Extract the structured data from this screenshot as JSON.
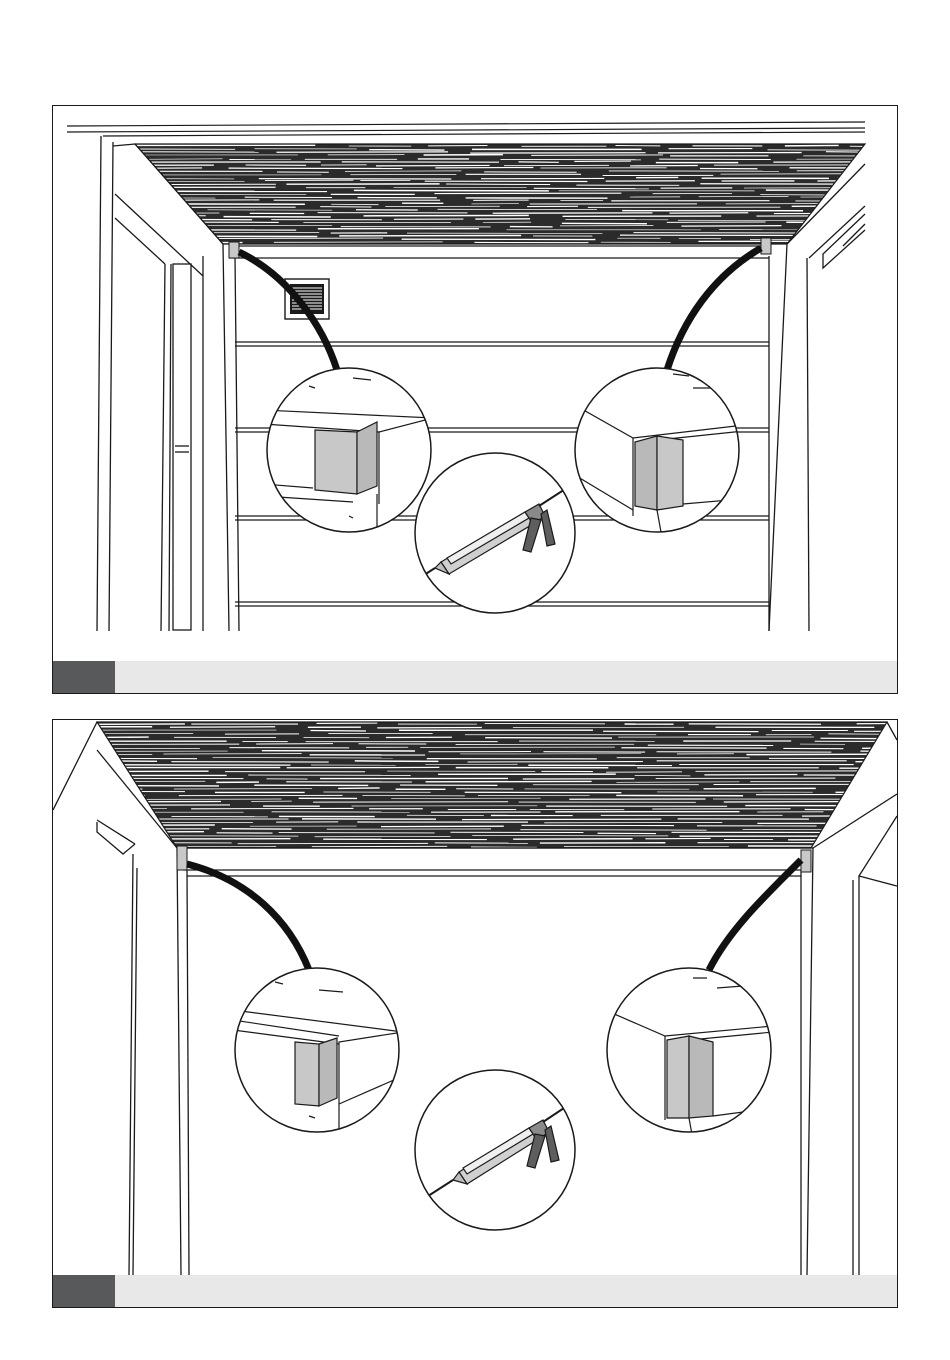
{
  "panels": [
    {
      "id": "panel-1",
      "step_label": "",
      "caption": "",
      "details": [
        "corner-trim-left-detail",
        "sealant-gun-detail",
        "corner-trim-right-detail"
      ]
    },
    {
      "id": "panel-2",
      "step_label": "",
      "caption": "",
      "details": [
        "corner-trim-left-detail",
        "sealant-gun-detail",
        "corner-trim-right-detail"
      ]
    }
  ],
  "icons": {
    "vent": "vent-icon",
    "sealant_gun": "caulking-gun-icon"
  },
  "colors": {
    "line": "#1a1a1a",
    "trim_fill": "#c8c8c8",
    "footer_bar": "#e8e8e8",
    "step_tab": "#58595b"
  }
}
